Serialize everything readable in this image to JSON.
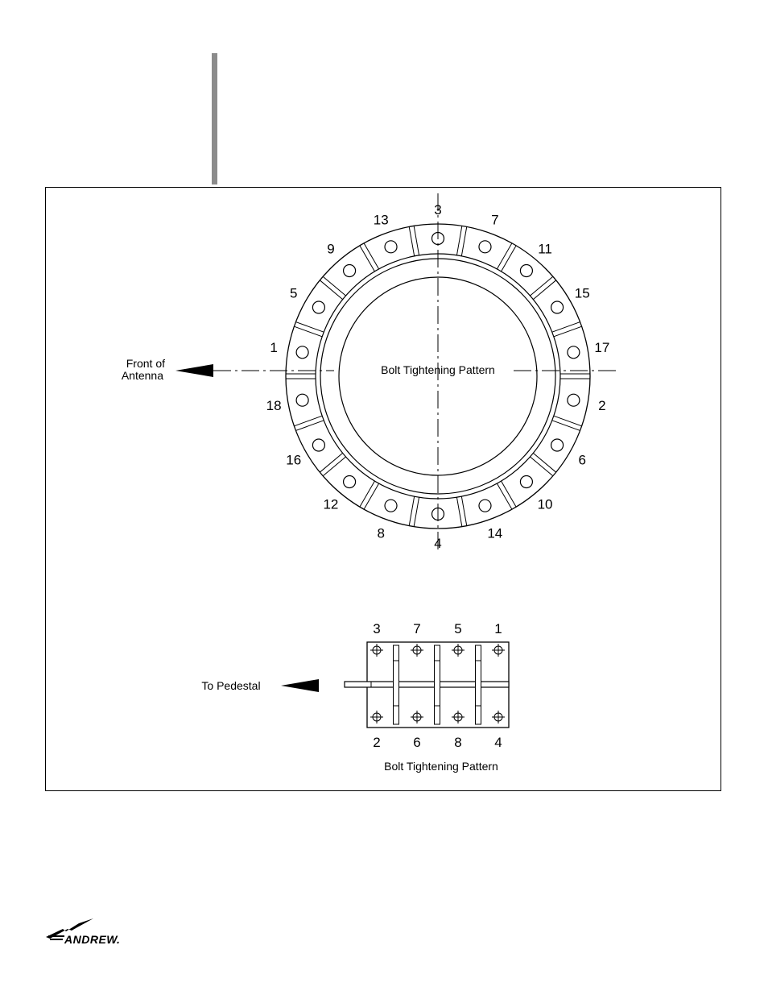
{
  "flange": {
    "label": "Bolt Tightening Pattern",
    "front_label_line1": "Front of",
    "front_label_line2": "Antenna",
    "bolt_numbers": [
      "3",
      "7",
      "11",
      "15",
      "17",
      "2",
      "6",
      "10",
      "14",
      "4",
      "8",
      "12",
      "16",
      "18",
      "1",
      "5",
      "9",
      "13"
    ]
  },
  "pedestal": {
    "label": "Bolt Tightening Pattern",
    "arrow_label": "To Pedestal",
    "top_numbers": [
      "3",
      "7",
      "5",
      "1"
    ],
    "bottom_numbers": [
      "2",
      "6",
      "8",
      "4"
    ]
  },
  "logo": {
    "text": "ANDREW."
  }
}
